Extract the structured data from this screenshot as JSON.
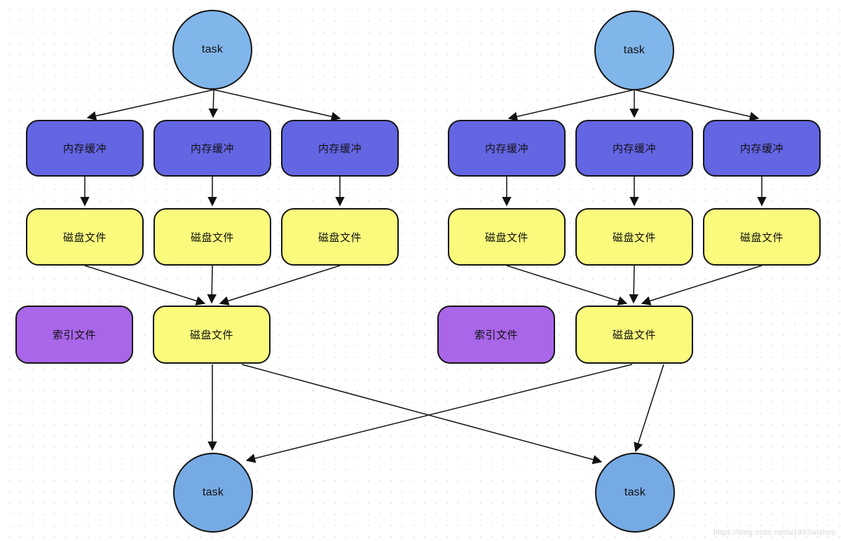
{
  "watermark": "https://blog.csdn.net/w1992wishes",
  "colors": {
    "task_top_fill": "#80b6ea",
    "task_bottom_fill": "#76aae4",
    "buffer_fill": "#6365e3",
    "disk_fill": "#fafa7d",
    "index_fill": "#a966e9",
    "node_border": "#141414",
    "edge_color": "#111111",
    "background_dot": "#e9e9e9",
    "watermark_color": "#d9d9de"
  },
  "groups": {
    "left": {
      "source_task": "task",
      "buffers": [
        "内存缓冲",
        "内存缓冲",
        "内存缓冲"
      ],
      "disk_files": [
        "磁盘文件",
        "磁盘文件",
        "磁盘文件"
      ],
      "index_file": "索引文件",
      "merged_disk_file": "磁盘文件",
      "dest_task": "task"
    },
    "right": {
      "source_task": "task",
      "buffers": [
        "内存缓冲",
        "内存缓冲",
        "内存缓冲"
      ],
      "disk_files": [
        "磁盘文件",
        "磁盘文件",
        "磁盘文件"
      ],
      "index_file": "索引文件",
      "merged_disk_file": "磁盘文件",
      "dest_task": "task"
    }
  }
}
